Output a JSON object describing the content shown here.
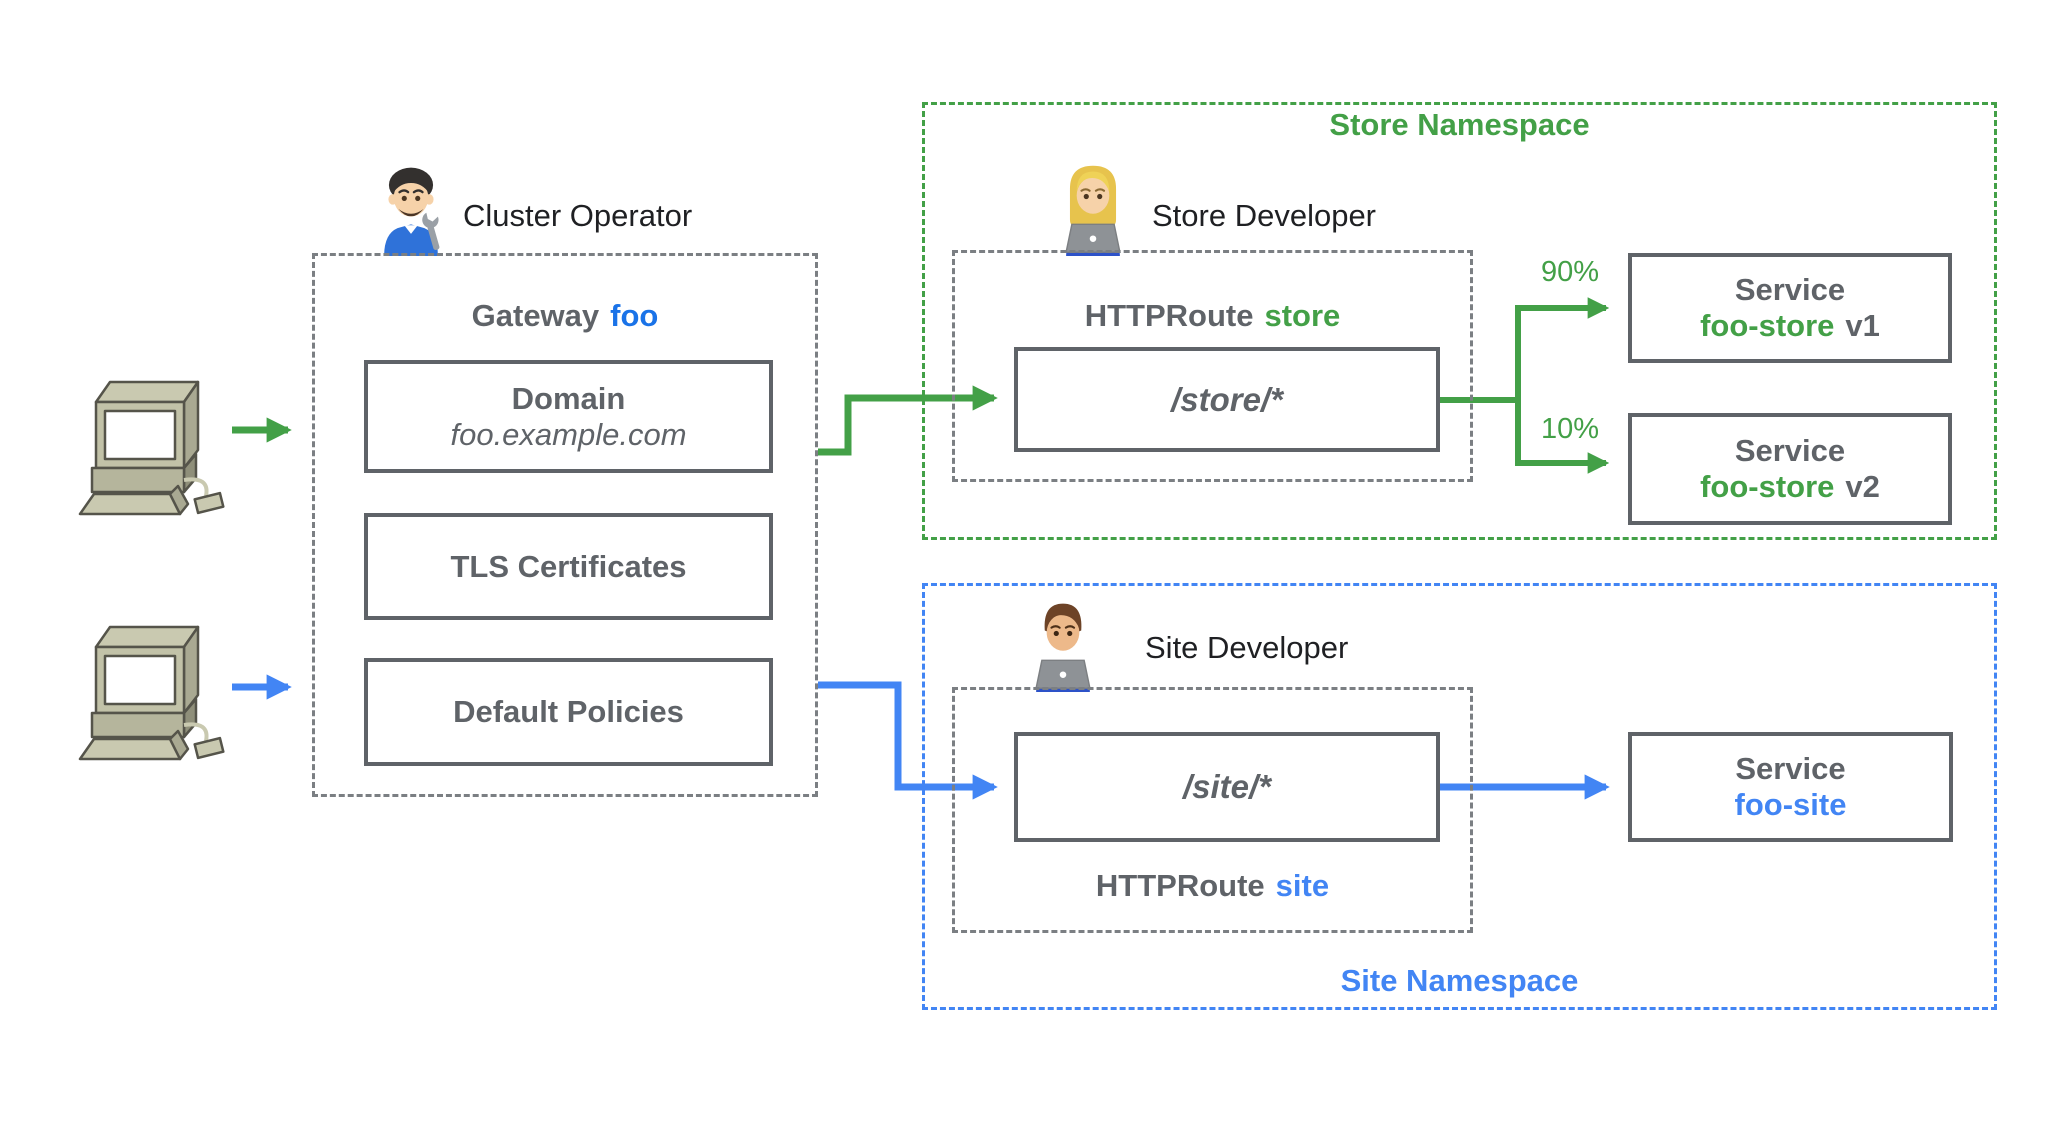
{
  "operator": {
    "label": "Cluster Operator"
  },
  "gateway": {
    "title_prefix": "Gateway",
    "title_name": "foo",
    "domain_title": "Domain",
    "domain_value": "foo.example.com",
    "tls_label": "TLS Certificates",
    "policies_label": "Default Policies"
  },
  "store": {
    "namespace_label": "Store Namespace",
    "developer_label": "Store Developer",
    "route_prefix": "HTTPRoute",
    "route_name": "store",
    "path": "/store/*",
    "weight_v1": "90%",
    "weight_v2": "10%",
    "service1_kind": "Service",
    "service1_name": "foo-store",
    "service1_version": "v1",
    "service2_kind": "Service",
    "service2_name": "foo-store",
    "service2_version": "v2"
  },
  "site": {
    "namespace_label": "Site Namespace",
    "developer_label": "Site Developer",
    "route_prefix": "HTTPRoute",
    "route_name": "site",
    "path": "/site/*",
    "service_kind": "Service",
    "service_name": "foo-site"
  },
  "colors": {
    "green": "#43a047",
    "blue": "#4285f4",
    "link_blue": "#1a73e8",
    "gray_text": "#5f6368",
    "border_gray": "#5f6368"
  }
}
